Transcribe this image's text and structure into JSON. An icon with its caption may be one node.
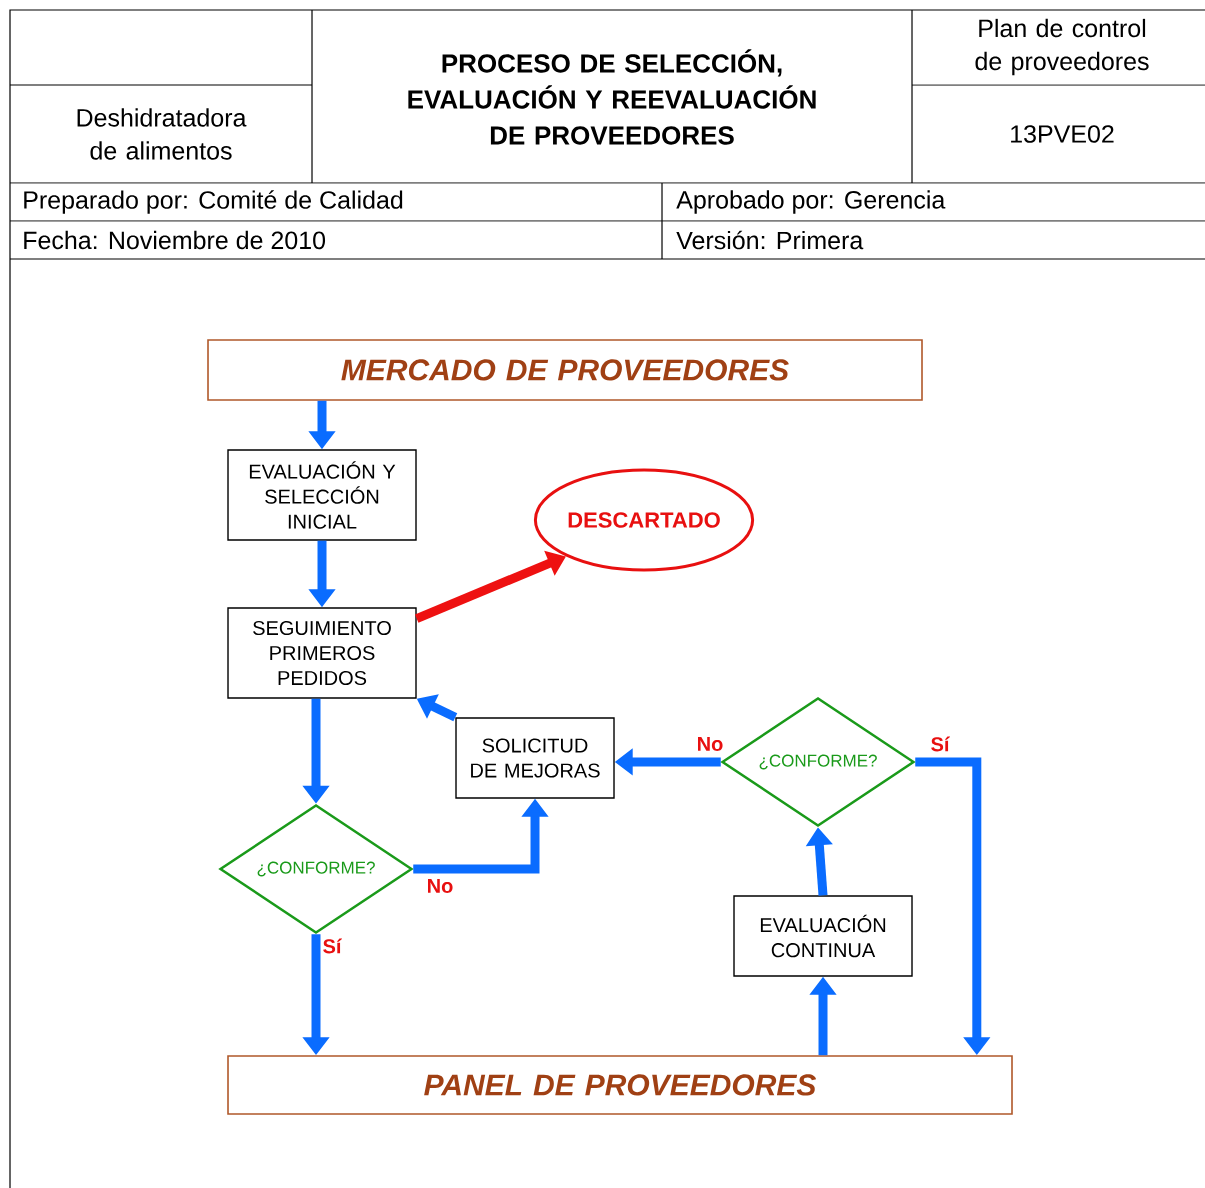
{
  "diagram": {
    "title": "PROCESO DE SELECCIÓN, EVALUACIÓN Y REEVALUACIÓN DE PROVEEDORES",
    "nodes": [
      {
        "text": [
          "MERCADO DE PROVEEDORES"
        ]
      },
      {
        "text": [
          "EVALUACIÓN Y SELECCIÓN INICIAL"
        ]
      },
      {
        "text": [
          "DESCARTADO"
        ]
      },
      {
        "text": [
          "SEGUIMIENTO PRIMEROS PEDIDOS"
        ]
      },
      {
        "text": [
          "SOLICITUD DE MEJORAS"
        ]
      },
      {
        "text": [
          "¿CONFORME?"
        ]
      },
      {
        "text": [
          "¿CONFORME?"
        ]
      },
      {
        "text": [
          "EVALUACIÓN CONTINUA"
        ]
      },
      {
        "text": [
          "PANEL DE PROVEEDORES"
        ]
      }
    ],
    "edges": [
      {
        "from": 0,
        "to": 1,
        "arrow": "to"
      },
      {
        "from": 1,
        "to": 3,
        "arrow": "to"
      },
      {
        "from": 3,
        "to": 2,
        "arrow": "to",
        "color": "#ee1111"
      },
      {
        "from": 3,
        "to": 6,
        "arrow": "to"
      },
      {
        "from": 6,
        "to": 4,
        "arrow": "to",
        "label": "No"
      },
      {
        "from": 6,
        "to": 8,
        "arrow": "to",
        "label": "Sí"
      },
      {
        "from": 4,
        "to": 3,
        "arrow": "to"
      },
      {
        "from": 5,
        "to": 4,
        "arrow": "to",
        "label": "No"
      },
      {
        "from": 5,
        "to": 8,
        "arrow": "to",
        "label": "Sí"
      },
      {
        "from": 8,
        "to": 7,
        "arrow": "to"
      },
      {
        "from": 7,
        "to": 5,
        "arrow": "to"
      }
    ],
    "labels": [
      "Plan de control de proveedores",
      "Deshidratadora de alimentos",
      "13PVE02",
      "Preparado por: Comité de Calidad",
      "Aprobado por: Gerencia",
      "Fecha: Noviembre de 2010",
      "Versión: Primera"
    ]
  }
}
